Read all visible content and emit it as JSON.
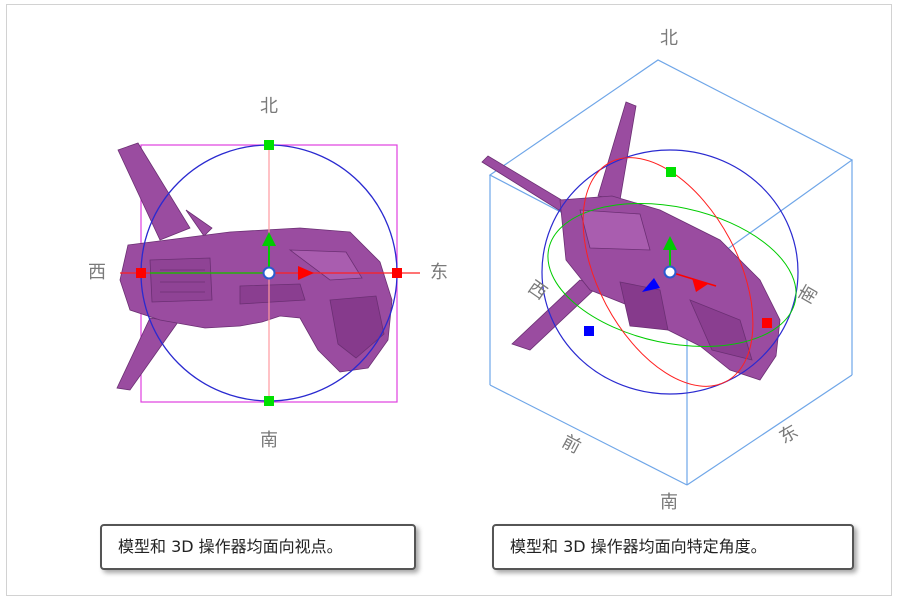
{
  "panels": [
    {
      "id": "view-facing",
      "labels": {
        "north": "北",
        "south": "南",
        "east": "东",
        "west": "西"
      },
      "caption": "模型和 3D 操作器均面向视点。"
    },
    {
      "id": "angle-facing",
      "labels": {
        "north": "北",
        "south": "南",
        "east": "东",
        "west": "西",
        "front": "前",
        "south_rot": "南"
      },
      "caption": "模型和 3D 操作器均面向特定角度。"
    }
  ],
  "colors": {
    "model": "#9a4ca0",
    "sphere": "#2a2ad0",
    "x_axis": "#ff0000",
    "y_axis": "#00cc00",
    "z_axis": "#0000ff",
    "bounding_box_2d": "#e040e0",
    "bounding_box_3d": "#6fa6e8"
  },
  "icons": [
    "spaceship-model",
    "manipulator-center",
    "x-arrow",
    "y-arrow",
    "z-arrow",
    "handle-square"
  ]
}
